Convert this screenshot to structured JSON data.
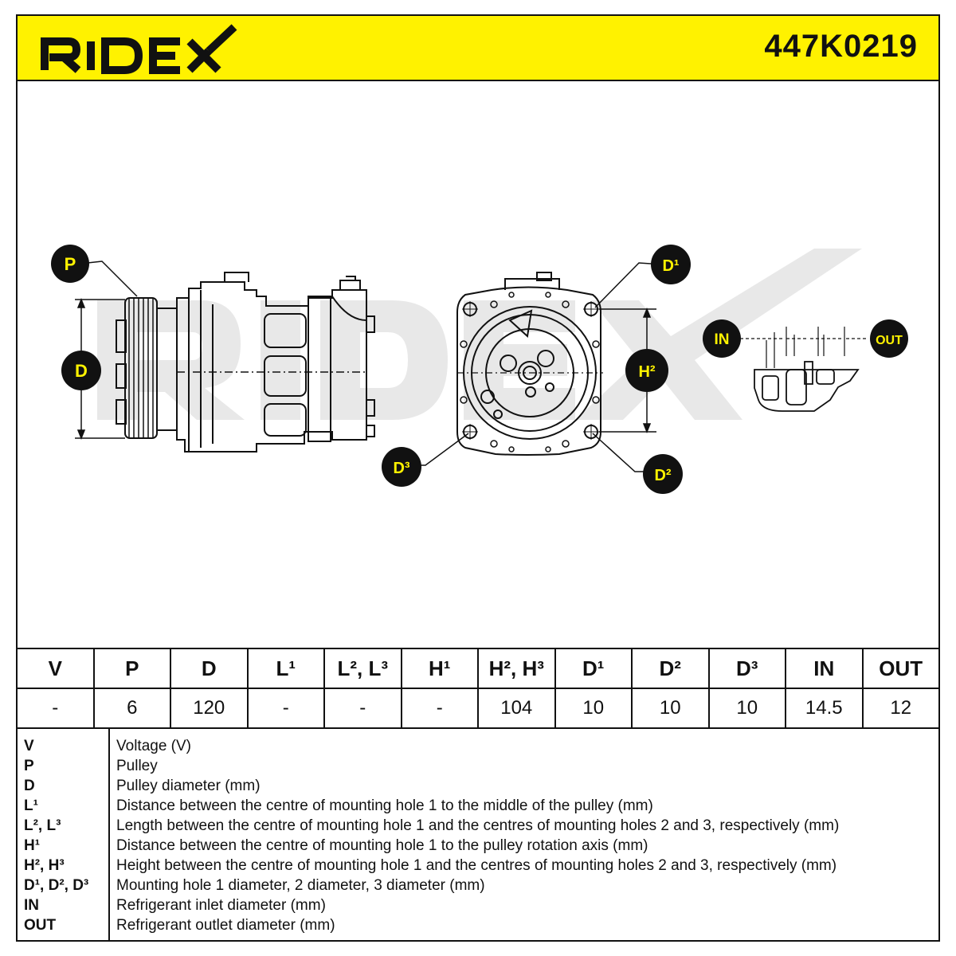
{
  "header": {
    "brand": "RIDEX",
    "part_number": "447K0219"
  },
  "callouts": {
    "P": "P",
    "D": "D",
    "D1": "D¹",
    "D2": "D²",
    "D3": "D³",
    "H2": "H²",
    "IN": "IN",
    "OUT": "OUT"
  },
  "spec_table": {
    "headers": [
      "V",
      "P",
      "D",
      "L¹",
      "L², L³",
      "H¹",
      "H², H³",
      "D¹",
      "D²",
      "D³",
      "IN",
      "OUT"
    ],
    "values": [
      "-",
      "6",
      "120",
      "-",
      "-",
      "-",
      "104",
      "10",
      "10",
      "10",
      "14.5",
      "12"
    ]
  },
  "legend": [
    {
      "key": "V",
      "desc": "Voltage (V)"
    },
    {
      "key": "P",
      "desc": "Pulley"
    },
    {
      "key": "D",
      "desc": "Pulley diameter (mm)"
    },
    {
      "key": "L¹",
      "desc": "Distance between the centre of mounting hole 1 to the middle of the pulley (mm)"
    },
    {
      "key": "L², L³",
      "desc": "Length between the centre of mounting hole 1 and the centres of mounting holes 2 and 3, respectively (mm)"
    },
    {
      "key": "H¹",
      "desc": "Distance between the centre of mounting hole 1 to the pulley rotation axis (mm)"
    },
    {
      "key": "H², H³",
      "desc": "Height between the centre of mounting hole 1 and the centres of mounting holes 2 and 3, respectively (mm)"
    },
    {
      "key": "D¹, D², D³",
      "desc": "Mounting hole 1 diameter, 2 diameter, 3 diameter (mm)"
    },
    {
      "key": "IN",
      "desc": "Refrigerant inlet diameter (mm)"
    },
    {
      "key": "OUT",
      "desc": "Refrigerant outlet diameter (mm)"
    }
  ],
  "colors": {
    "brand_yellow": "#fff200",
    "ink": "#111111",
    "watermark": "#e6e6e6"
  }
}
